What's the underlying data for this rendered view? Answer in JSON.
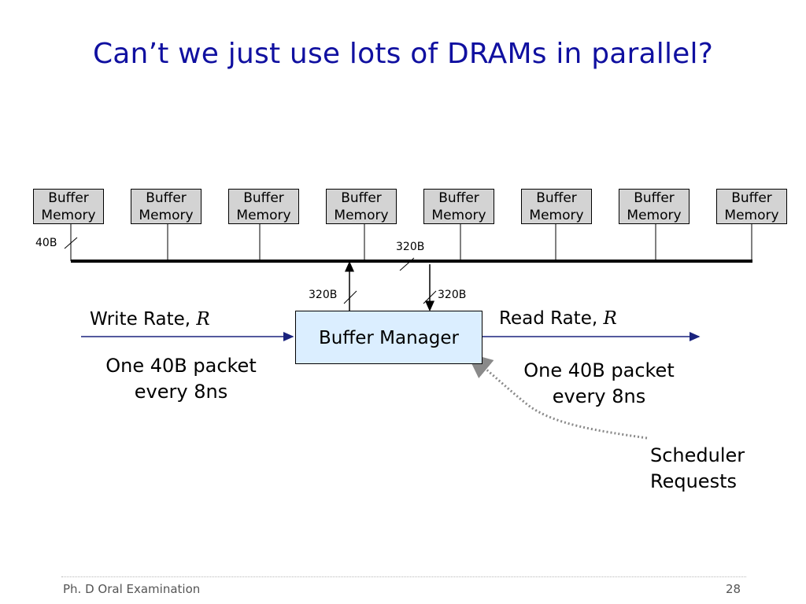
{
  "slide": {
    "title": "Can’t we just use lots of DRAMs in parallel?"
  },
  "memories": [
    {
      "line1": "Buffer",
      "line2": "Memory"
    },
    {
      "line1": "Buffer",
      "line2": "Memory"
    },
    {
      "line1": "Buffer",
      "line2": "Memory"
    },
    {
      "line1": "Buffer",
      "line2": "Memory"
    },
    {
      "line1": "Buffer",
      "line2": "Memory"
    },
    {
      "line1": "Buffer",
      "line2": "Memory"
    },
    {
      "line1": "Buffer",
      "line2": "Memory"
    },
    {
      "line1": "Buffer",
      "line2": "Memory"
    }
  ],
  "bus": {
    "width_label_40": "40B",
    "width_label_bus": "320B",
    "width_label_write": "320B",
    "width_label_read": "320B"
  },
  "buffer_manager": {
    "label": "Buffer Manager"
  },
  "write": {
    "label": "Write Rate, ",
    "symbol": "R",
    "packet_line1": "One 40B packet",
    "packet_line2": "every 8ns"
  },
  "read": {
    "label": "Read Rate, ",
    "symbol": "R",
    "packet_line1": "One 40B packet",
    "packet_line2": "every 8ns"
  },
  "scheduler": {
    "line1": "Scheduler",
    "line2": "Requests"
  },
  "footer": {
    "left": "Ph. D Oral Examination",
    "page": "28"
  },
  "colors": {
    "title": "#1010a0",
    "arrow": "#1a237e",
    "memory_fill": "#d3d3d3",
    "manager_fill": "#dbeeff",
    "dotted_arrow": "#8a8a8a"
  }
}
